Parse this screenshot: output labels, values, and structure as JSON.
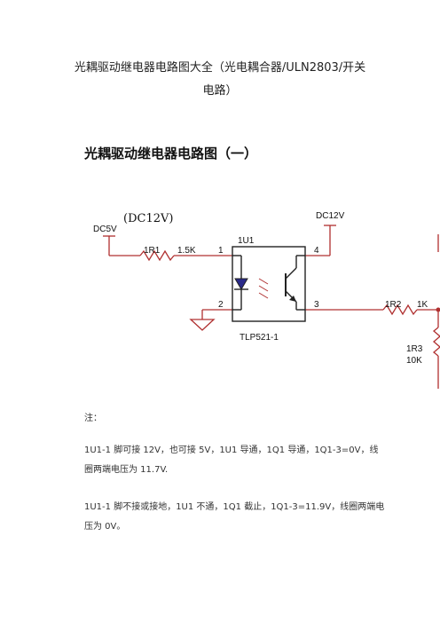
{
  "document": {
    "title_line1": "光耦驱动继电器电路图大全（光电耦合器/ULN2803/开关",
    "title_line2": "电路）",
    "section_heading": "光耦驱动继电器电路图（一）"
  },
  "circuit": {
    "dc5v_label": "DC5V",
    "dc12v_annot": "(DC12V)",
    "dc12v_label": "DC12V",
    "r1_label": "1R1",
    "r1_value": "1.5K",
    "u1_label": "1U1",
    "pin1": "1",
    "pin2": "2",
    "pin3": "3",
    "pin4": "4",
    "part_number": "TLP521-1",
    "r2_label": "1R2",
    "r2_value": "1K",
    "r3_label": "1R3",
    "r3_value": "10K"
  },
  "notes": {
    "label": "注：",
    "para1": "1U1-1 脚可接 12V，也可接 5V，1U1 导通，1Q1 导通，1Q1-3=0V，线圈两端电压为 11.7V.",
    "para2": "1U1-1 脚不接或接地，1U1 不通，1Q1 截止，1Q1-3=11.9V，线圈两端电压为 0V。"
  }
}
